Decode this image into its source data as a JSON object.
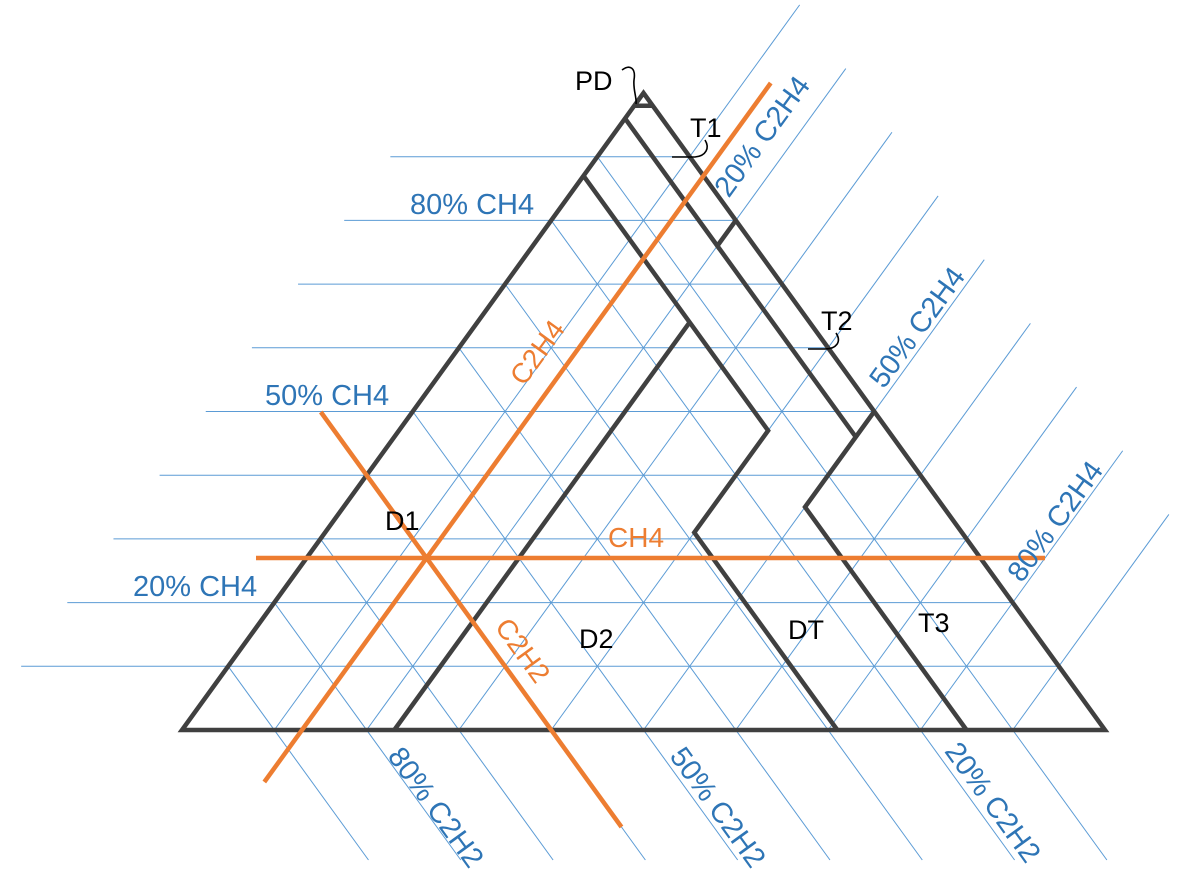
{
  "title": "Duval Triangle",
  "colors": {
    "grid": "#5b9bd5",
    "axis_label": "#2e75b6",
    "boundary": "#404040",
    "example": "#ed7d31"
  },
  "grid_step_percent": 10,
  "axis_labels": {
    "ch4": [
      "80% CH4",
      "50% CH4",
      "20% CH4"
    ],
    "c2h4": [
      "20% C2H4",
      "50% C2H4",
      "80% C2H4"
    ],
    "c2h2": [
      "80% C2H2",
      "50% C2H2",
      "20% C2H2"
    ]
  },
  "zones": {
    "PD": "PD",
    "T1": "T1",
    "T2": "T2",
    "T3": "T3",
    "D1": "D1",
    "D2": "D2",
    "DT": "DT"
  },
  "zone_boundaries_percent": [
    [
      [
        98,
        2,
        0
      ],
      [
        98,
        0,
        2
      ]
    ],
    [
      [
        96,
        0,
        4
      ],
      [
        76,
        20,
        4
      ],
      [
        80,
        20,
        0
      ]
    ],
    [
      [
        76,
        20,
        4
      ],
      [
        46,
        50,
        4
      ]
    ],
    [
      [
        50,
        50,
        0
      ],
      [
        35,
        50,
        15
      ],
      [
        0,
        85,
        15
      ]
    ],
    [
      [
        87,
        0,
        13
      ],
      [
        47,
        40,
        13
      ],
      [
        31,
        40,
        29
      ],
      [
        0,
        71,
        29
      ]
    ],
    [
      [
        0,
        23,
        77
      ],
      [
        64,
        23,
        13
      ]
    ]
  ],
  "example_point": {
    "CH4": 27,
    "C2H4": 13,
    "C2H2": 60,
    "labels": {
      "ch4": "CH4",
      "c2h4": "C2H4",
      "c2h2": "C2H2"
    }
  }
}
